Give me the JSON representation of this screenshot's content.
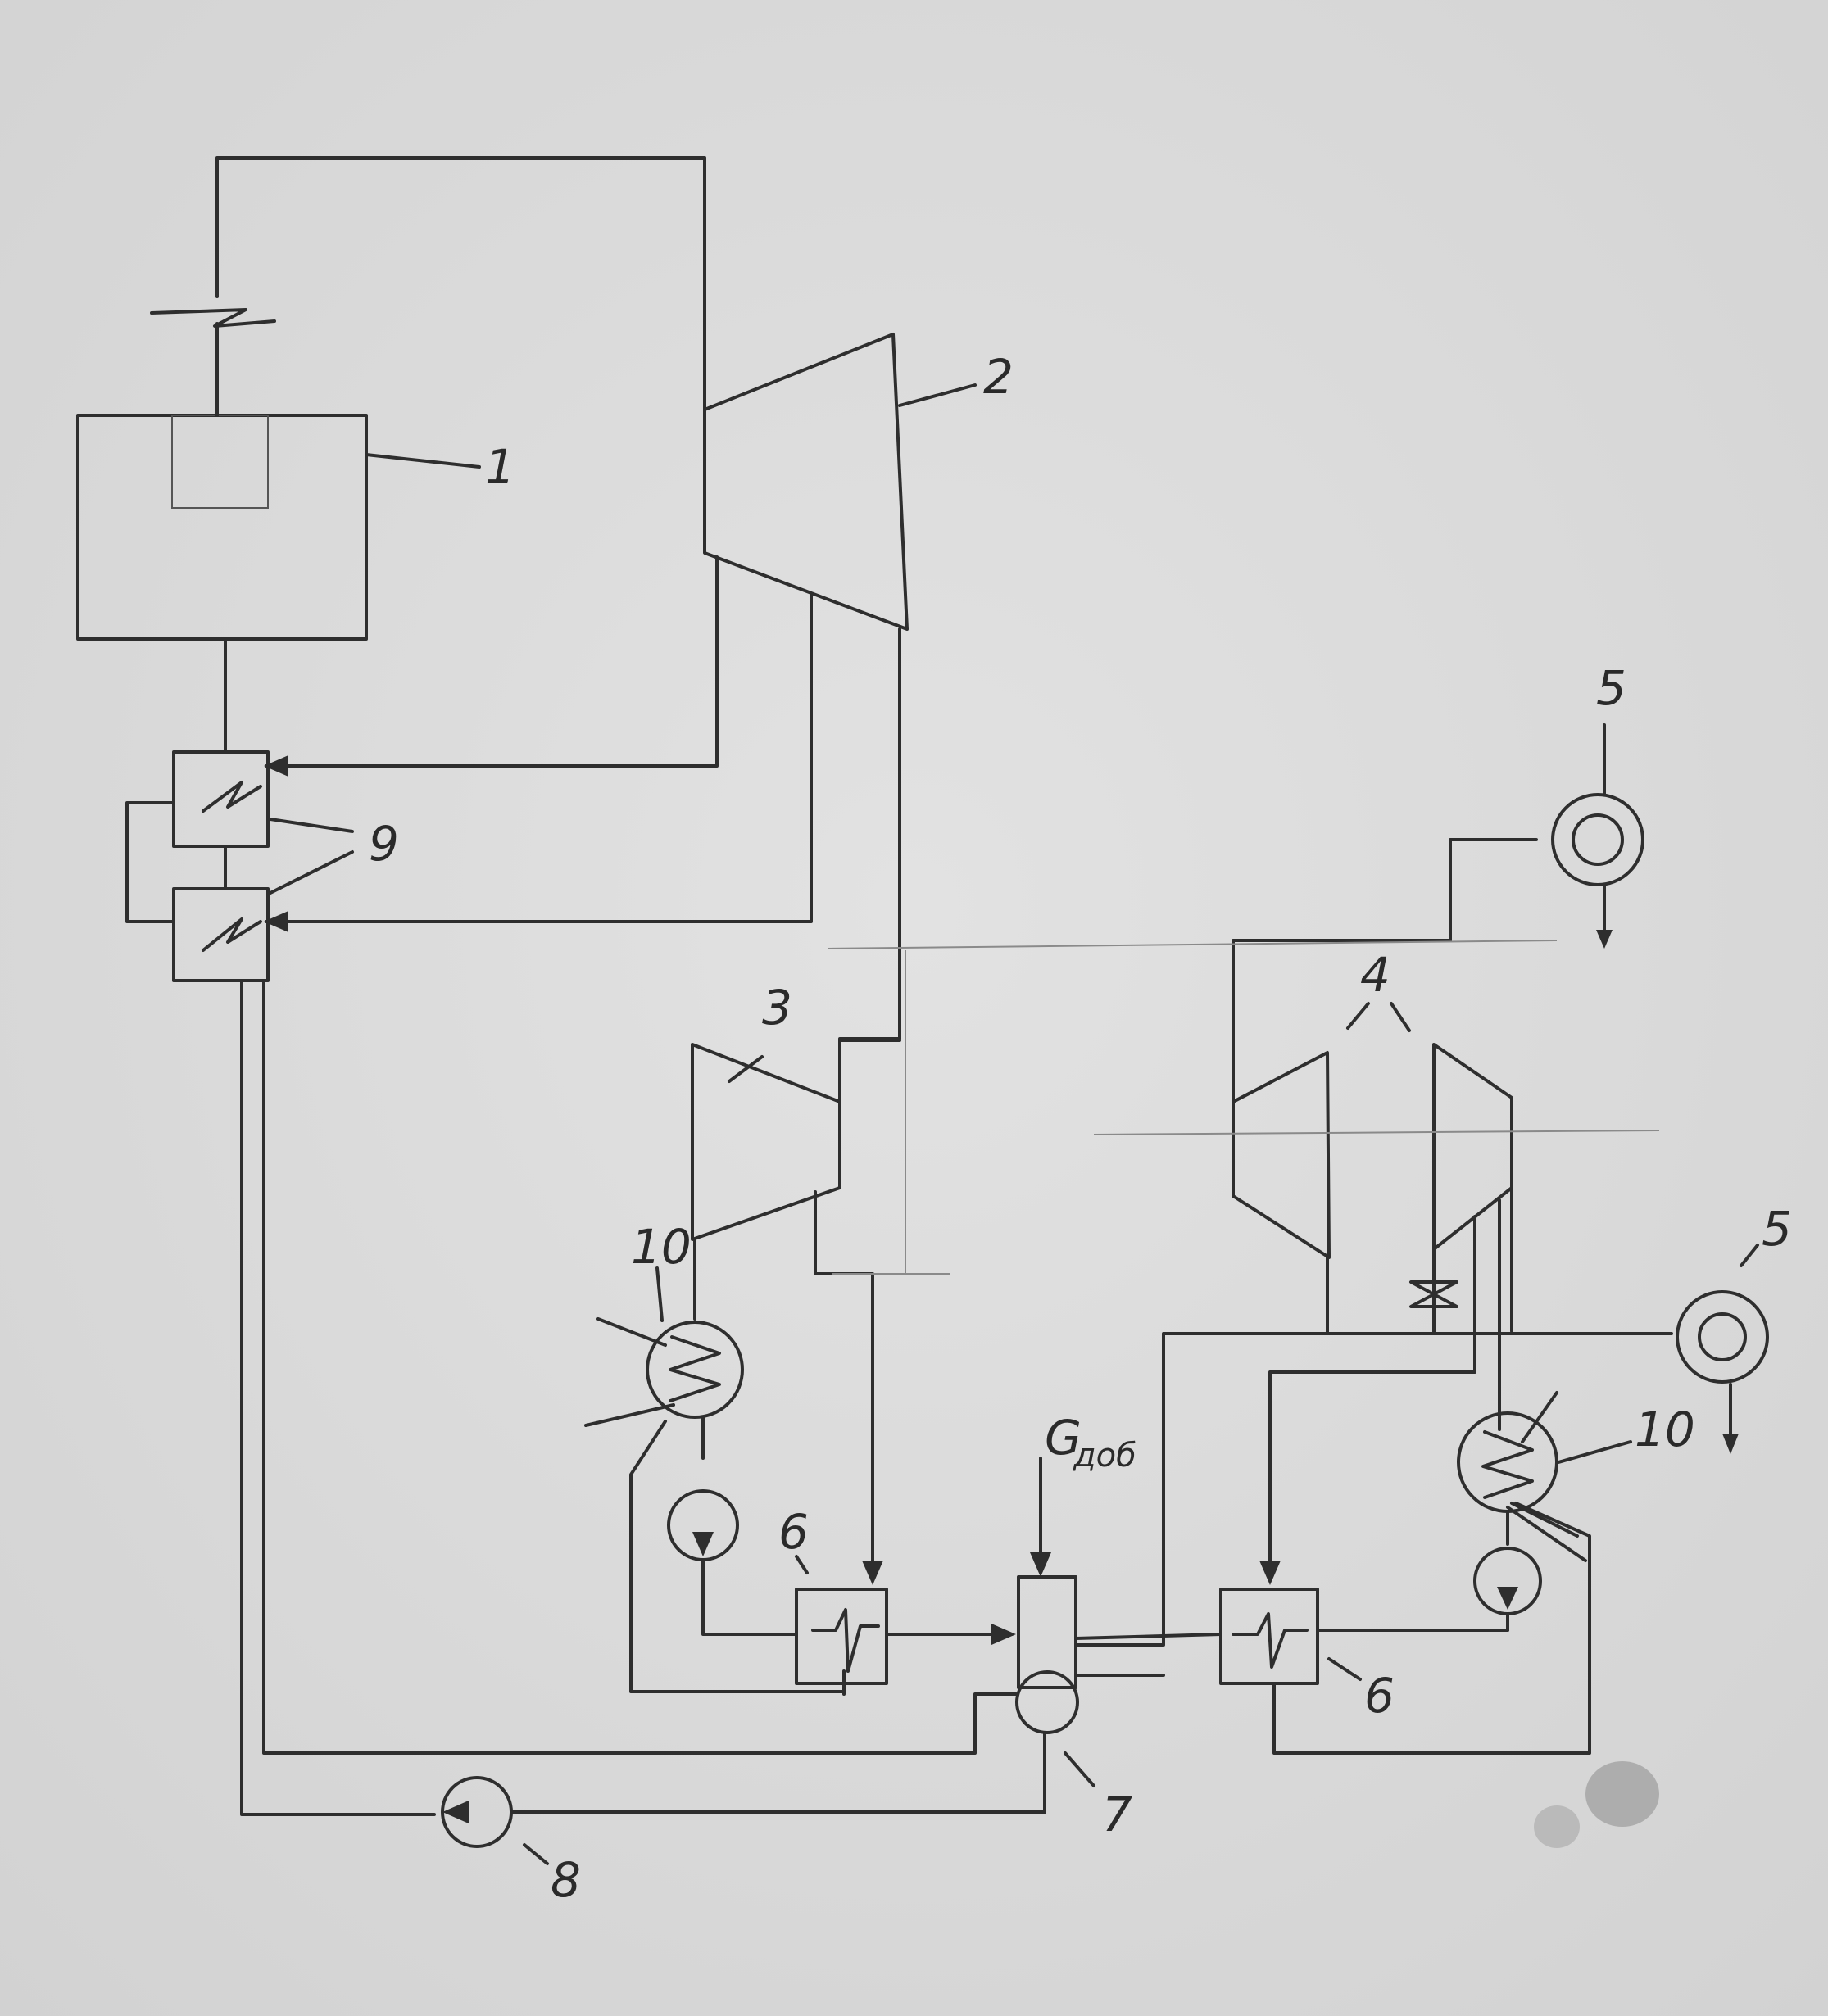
{
  "labels": {
    "boiler": "1",
    "hp_turbine": "2",
    "aux_turbine": "3",
    "lp_turbines": "4",
    "generator_top": "5",
    "generator_right": "5",
    "heater_left": "6",
    "heater_right": "6",
    "deaerator": "7",
    "feed_pump": "8",
    "hp_heaters": "9",
    "condenser_left": "10",
    "condenser_right": "10",
    "makeup_water_main": "G",
    "makeup_water_sub": "доб"
  },
  "colors": {
    "paper": "#dcdcdc",
    "pencil": "#2e2e2e"
  }
}
